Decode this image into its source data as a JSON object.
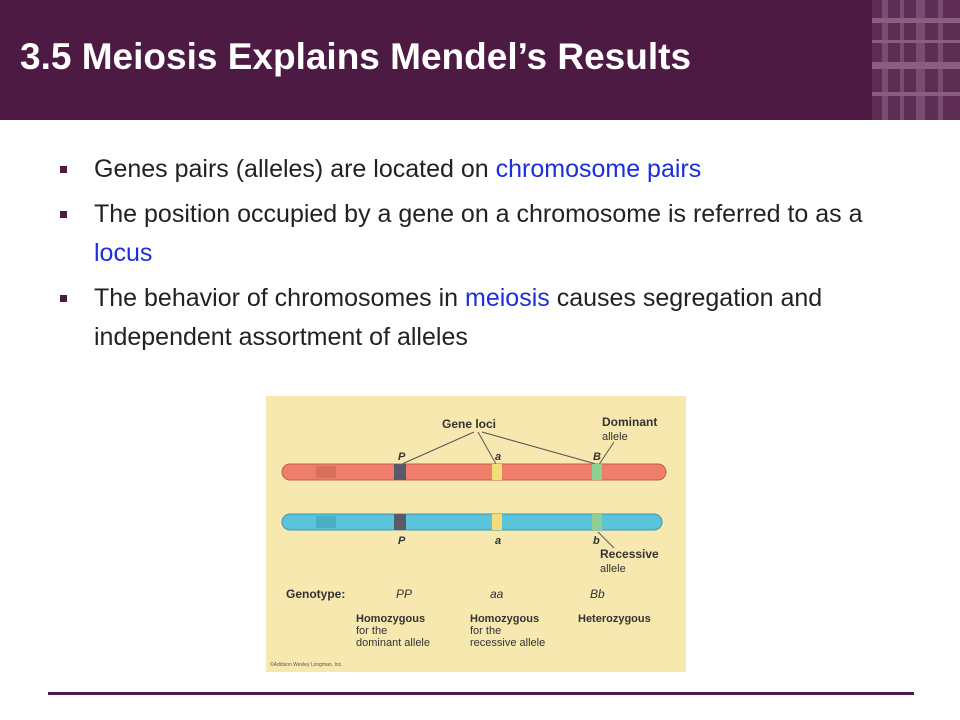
{
  "slide": {
    "title": "3.5  Meiosis Explains Mendel’s Results",
    "colors": {
      "header": "#4d1a43",
      "highlight": "#1b2ee0",
      "text": "#222222"
    },
    "bullets": [
      {
        "before": "Genes pairs (alleles) are located on ",
        "highlight": "chromosome pairs",
        "after": ""
      },
      {
        "before": "The position occupied by a gene on a chromosome is referred to as a ",
        "highlight": "locus",
        "after": ""
      },
      {
        "before": "The behavior of chromosomes in ",
        "highlight": "meiosis",
        "after": " causes segregation and independent assortment of alleles"
      }
    ]
  },
  "figure": {
    "gene_loci_label": "Gene loci",
    "dominant_label": "Dominant",
    "dominant_sub": "allele",
    "recessive_label": "Recessive",
    "recessive_sub": "allele",
    "top_alleles": [
      "P",
      "a",
      "B"
    ],
    "bottom_alleles": [
      "P",
      "a",
      "b"
    ],
    "genotype_label": "Genotype:",
    "genotypes": [
      "PP",
      "aa",
      "Bb"
    ],
    "zygosity": [
      {
        "title": "Homozygous",
        "line1": "for the",
        "line2": "dominant allele"
      },
      {
        "title": "Homozygous",
        "line1": "for the",
        "line2": "recessive allele"
      },
      {
        "title": "Heterozygous",
        "line1": "",
        "line2": ""
      }
    ],
    "credit": "©Addison Wesley Longman, Inc.",
    "colors": {
      "background": "#f7e8b0",
      "chromosome_top": "#ef7f6b",
      "chromosome_bottom": "#5bc3da",
      "locus_p": "#5a5a6a",
      "locus_a": "#f3dd79",
      "locus_b": "#8fcf92"
    }
  }
}
